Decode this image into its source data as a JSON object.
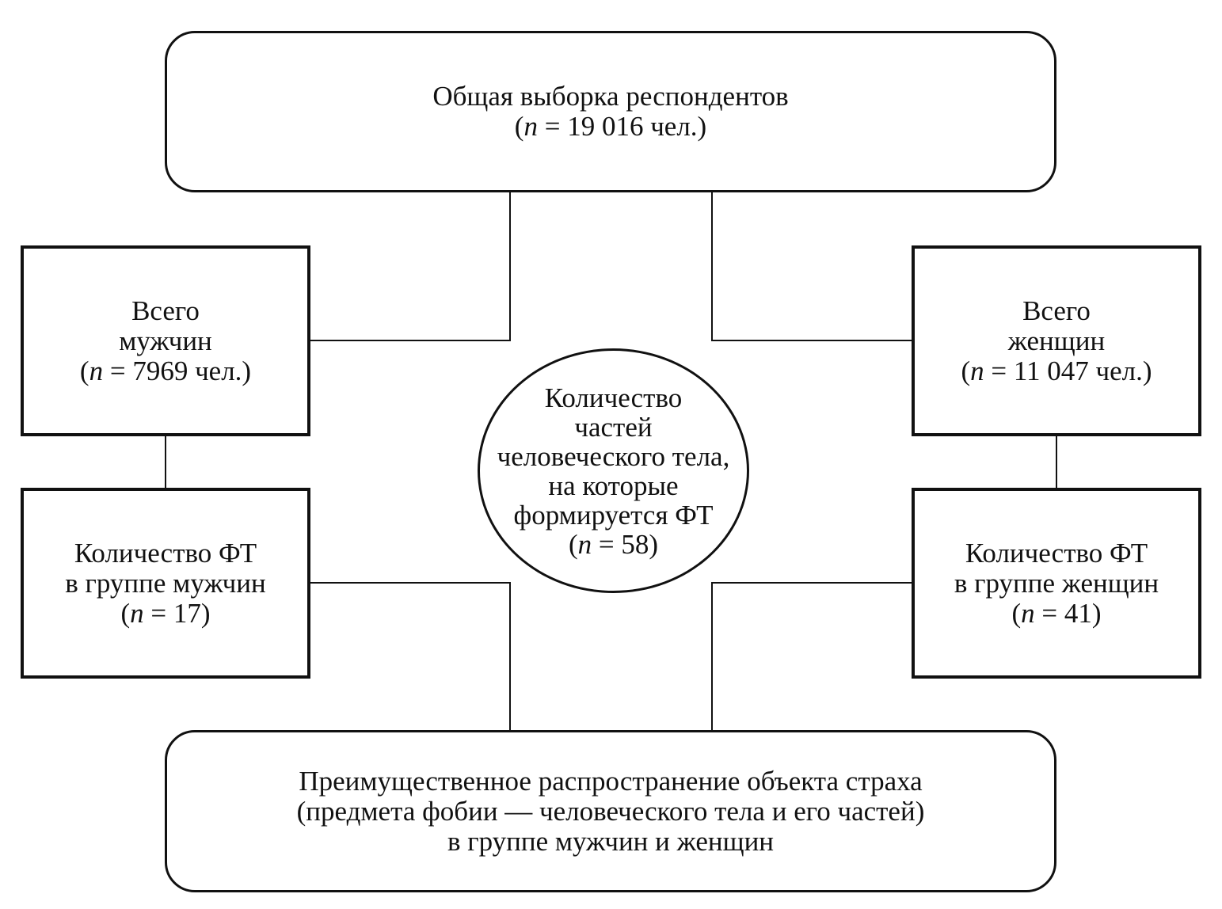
{
  "diagram": {
    "top_box": {
      "line1": "Общая выборка респондентов",
      "n_value": "19 016 чел."
    },
    "men_total": {
      "line1": "Всего",
      "line2": "мужчин",
      "n_value": "7969 чел."
    },
    "women_total": {
      "line1": "Всего",
      "line2": "женщин",
      "n_value": "11 047 чел."
    },
    "center_circle": {
      "line1": "Количество",
      "line2": "частей",
      "line3": "человеческого тела,",
      "line4": "на которые",
      "line5": "формируется ФТ",
      "n_value": "58"
    },
    "men_ft": {
      "line1": "Количество ФТ",
      "line2": "в группе мужчин",
      "n_value": "17"
    },
    "women_ft": {
      "line1": "Количество ФТ",
      "line2": "в группе женщин",
      "n_value": "41"
    },
    "bottom_box": {
      "line1": "Преимущественное распространение объекта страха",
      "line2": "(предмета фобии — человеческого тела и его частей)",
      "line3": "в группе мужчин и женщин"
    },
    "n_symbol": "n",
    "equals": " = ",
    "open_paren": "(",
    "close_paren": ")",
    "line_color": "#111111"
  }
}
